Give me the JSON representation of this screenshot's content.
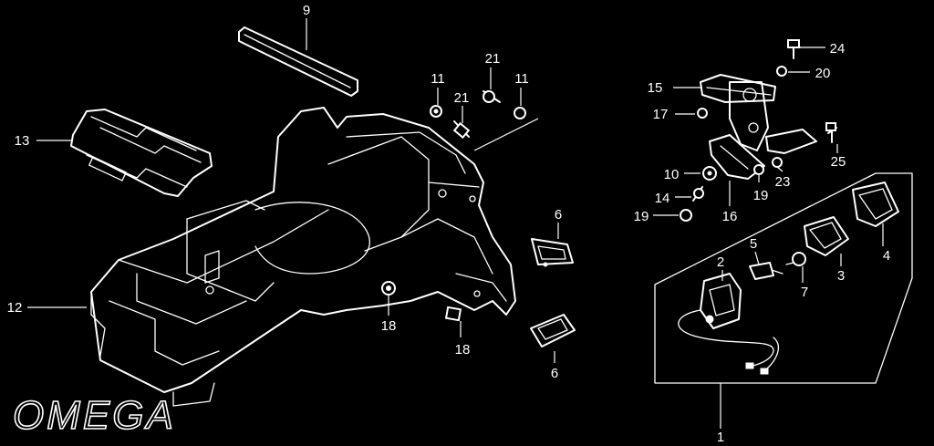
{
  "logo": {
    "text": "OMEGA"
  },
  "callouts": {
    "c1": "1",
    "c2": "2",
    "c3": "3",
    "c4": "4",
    "c5": "5",
    "c6a": "6",
    "c6b": "6",
    "c7": "7",
    "c9": "9",
    "c10": "10",
    "c11a": "11",
    "c11b": "11",
    "c12": "12",
    "c13": "13",
    "c14": "14",
    "c15": "15",
    "c16": "16",
    "c17": "17",
    "c18a": "18",
    "c18b": "18",
    "c19a": "19",
    "c19b": "19",
    "c20": "20",
    "c21a": "21",
    "c21b": "21",
    "c23": "23",
    "c24": "24",
    "c25": "25"
  }
}
